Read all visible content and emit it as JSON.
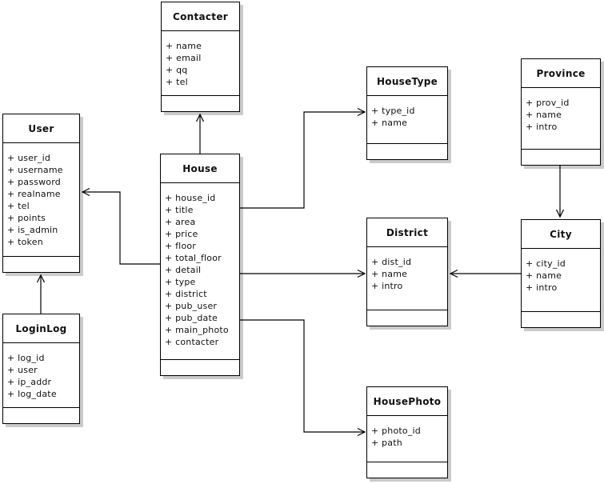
{
  "diagram": {
    "background_color": "#ffffff",
    "box_fill_color": "#ffffff",
    "line_color": "#000000",
    "shadow_color": "#cbcbcb"
  },
  "classes": [
    {
      "name": "Contacter",
      "attributes": [
        "+ name",
        "+ email",
        "+ qq",
        "+ tel"
      ]
    },
    {
      "name": "User",
      "attributes": [
        "+ user_id",
        "+ username",
        "+ password",
        "+ realname",
        "+ tel",
        "+ points",
        "+ is_admin",
        "+ token"
      ]
    },
    {
      "name": "House",
      "attributes": [
        "+ house_id",
        "+ title",
        "+ area",
        "+ price",
        "+ floor",
        "+ total_floor",
        "+ detail",
        "+ type",
        "+ district",
        "+ pub_user",
        "+ pub_date",
        "+ main_photo",
        "+ contacter"
      ]
    },
    {
      "name": "HouseType",
      "attributes": [
        "+ type_id",
        "+ name"
      ]
    },
    {
      "name": "Province",
      "attributes": [
        "+ prov_id",
        "+ name",
        "+ intro"
      ]
    },
    {
      "name": "District",
      "attributes": [
        "+ dist_id",
        "+ name",
        "+ intro"
      ]
    },
    {
      "name": "City",
      "attributes": [
        "+ city_id",
        "+ name",
        "+ intro"
      ]
    },
    {
      "name": "LoginLog",
      "attributes": [
        "+ log_id",
        "+ user",
        "+ ip_addr",
        "+ log_date"
      ]
    },
    {
      "name": "HousePhoto",
      "attributes": [
        "+ photo_id",
        "+ path"
      ]
    }
  ],
  "relations": [
    {
      "from": "House",
      "to": "Contacter"
    },
    {
      "from": "House",
      "to": "User"
    },
    {
      "from": "LoginLog",
      "to": "User"
    },
    {
      "from": "House",
      "to": "HouseType"
    },
    {
      "from": "House",
      "to": "District"
    },
    {
      "from": "City",
      "to": "District"
    },
    {
      "from": "Province",
      "to": "City"
    },
    {
      "from": "House",
      "to": "HousePhoto"
    }
  ]
}
